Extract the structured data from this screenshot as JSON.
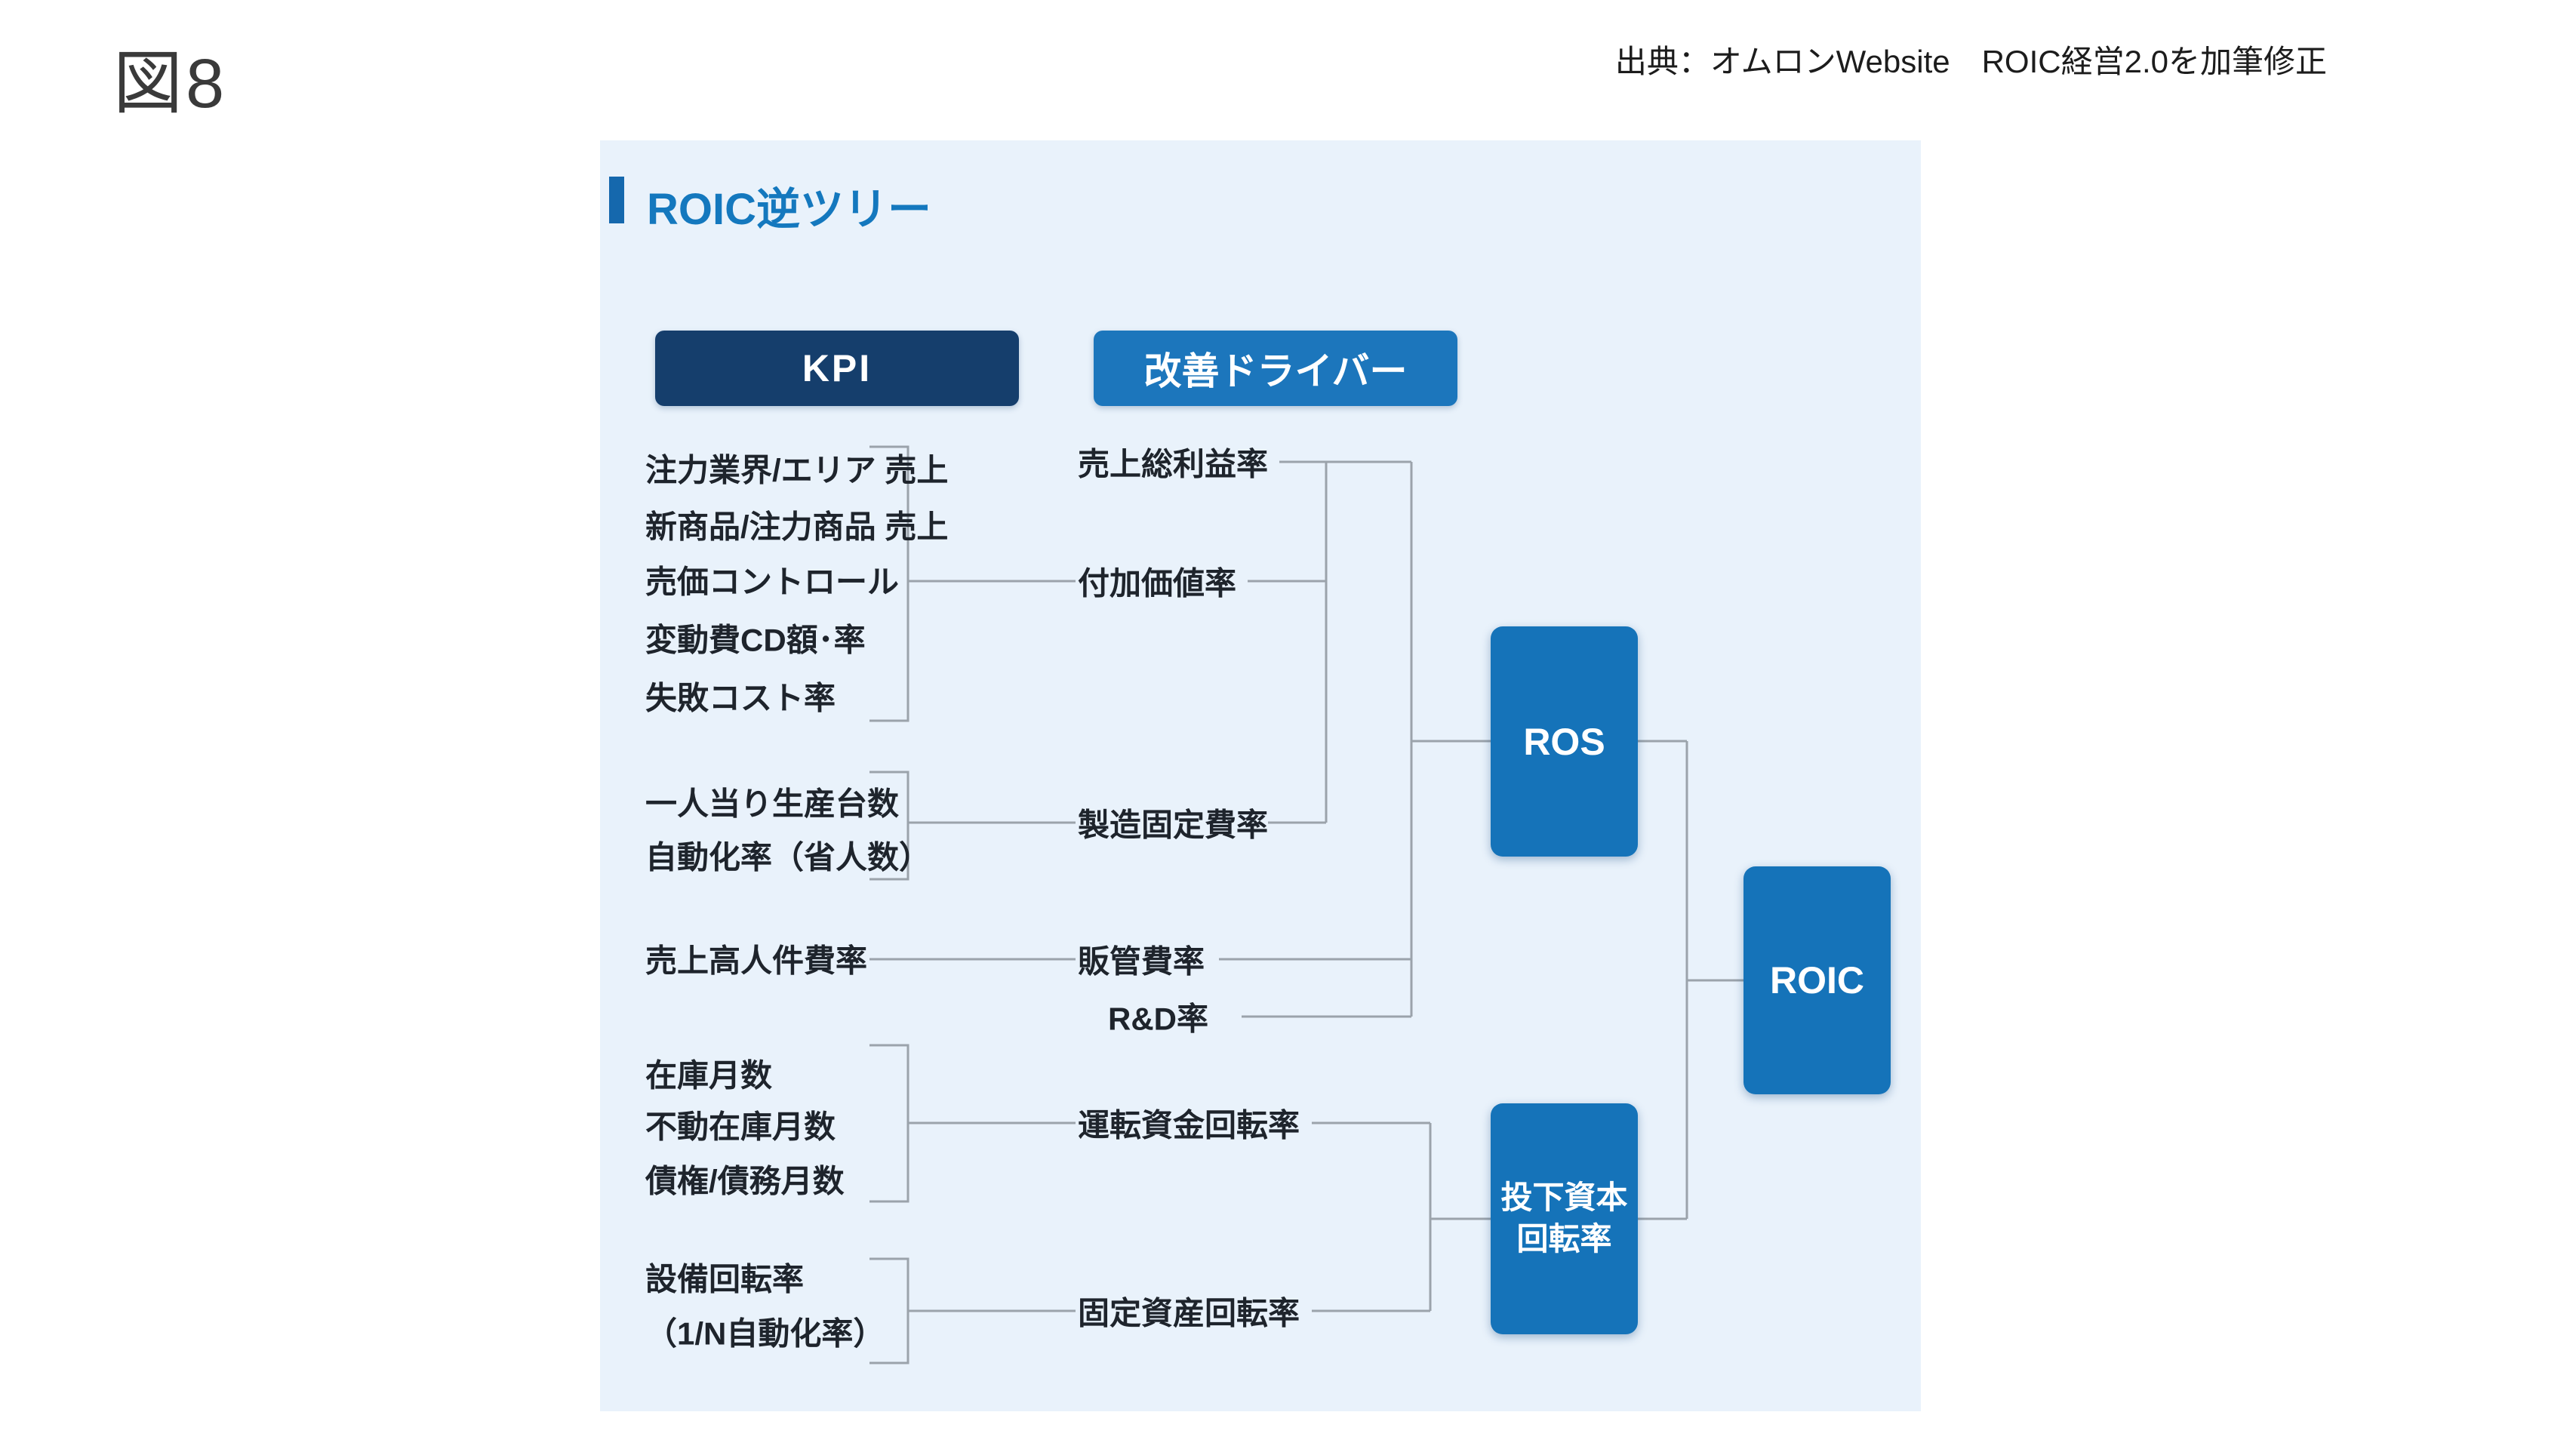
{
  "figure_label": "図8",
  "source_caption": "出典：オムロンWebsite　ROIC経営2.0を加筆修正",
  "diagram": {
    "title": "ROIC逆ツリー",
    "column_headers": {
      "kpi": "KPI",
      "driver": "改善ドライバー"
    },
    "kpi_items": [
      "注力業界/エリア 売上",
      "新商品/注力商品 売上",
      "売価コントロール",
      "変動費CD額･率",
      "失敗コスト率",
      "一人当り生産台数",
      "自動化率（省人数）",
      "売上高人件費率",
      "在庫月数",
      "不動在庫月数",
      "債権/債務月数",
      "設備回転率",
      "（1/N自動化率）"
    ],
    "driver_items": [
      "売上総利益率",
      "付加価値率",
      "製造固定費率",
      "販管費率",
      "R&D率",
      "運転資金回転率",
      "固定資産回転率"
    ],
    "nodes": {
      "ros": "ROS",
      "invested_capital_turnover": "投下資本回転率",
      "roic": "ROIC"
    }
  },
  "colors": {
    "panel_background": "#e9f2fb",
    "kpi_header": "#153e6c",
    "driver_header": "#1c76bc",
    "node_blue": "#1573b9",
    "title_blue": "#1478be",
    "title_bar": "#1568ad",
    "connector_gray": "#9ba3ab",
    "label_text": "#1e242c"
  }
}
